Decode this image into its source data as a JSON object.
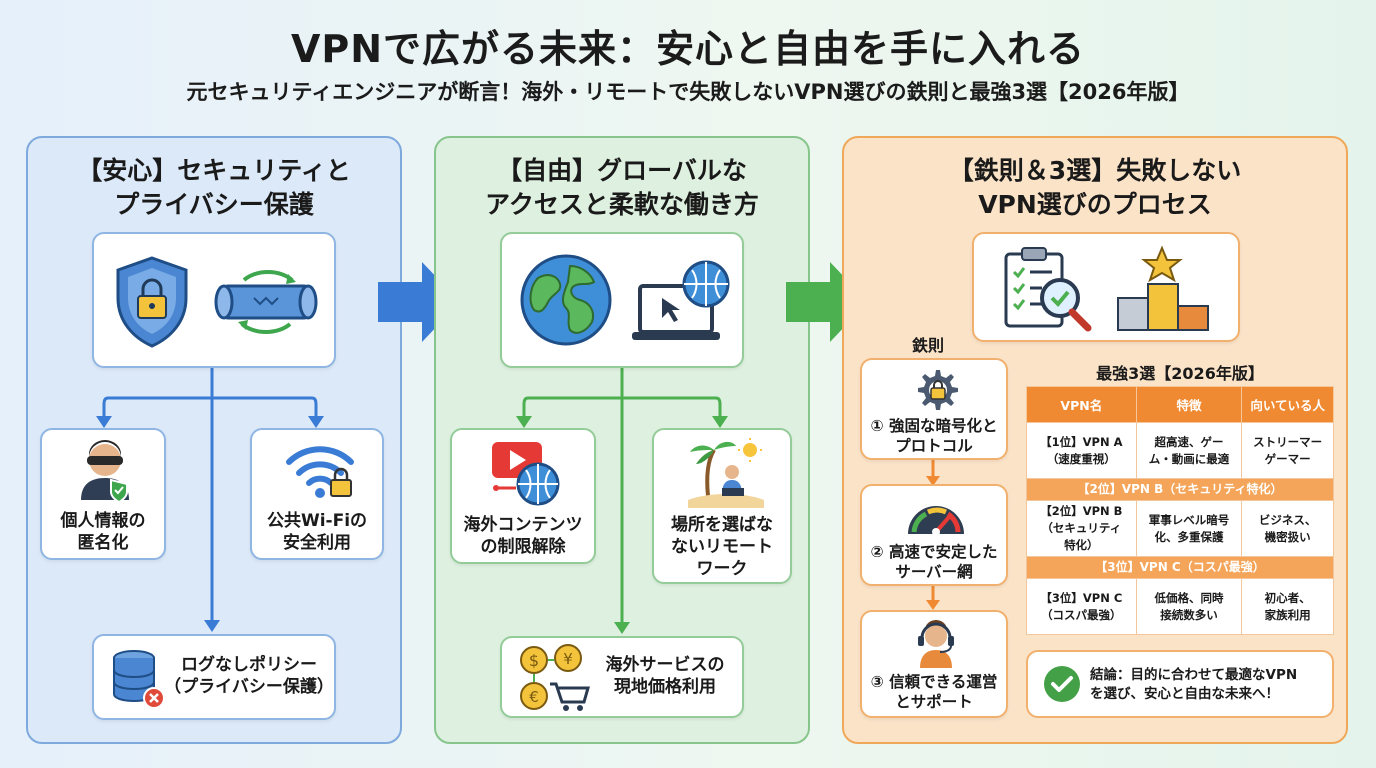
{
  "title": "VPNで広がる未来：安心と自由を手に入れる",
  "subtitle": "元セキュリティエンジニアが断言！海外・リモートで失敗しないVPN選びの鉄則と最強3選【2026年版】",
  "security": {
    "heading_line1": "【安心】セキュリティと",
    "heading_line2": "プライバシー保護",
    "anonymize_line1": "個人情報の",
    "anonymize_line2": "匿名化",
    "wifi_line1": "公共Wi-Fiの",
    "wifi_line2": "安全利用",
    "nolog_line1": "ログなしポリシー",
    "nolog_line2": "（プライバシー保護）"
  },
  "freedom": {
    "heading_line1": "【自由】グローバルな",
    "heading_line2": "アクセスと柔軟な働き方",
    "content_line1": "海外コンテンツ",
    "content_line2": "の制限解除",
    "remote_line1": "場所を選ばな",
    "remote_line2": "ないリモート",
    "remote_line3": "ワーク",
    "price_line1": "海外サービスの",
    "price_line2": "現地価格利用"
  },
  "process": {
    "heading_line1": "【鉄則＆3選】失敗しない",
    "heading_line2": "VPN選びのプロセス",
    "rules_label": "鉄則",
    "rule1_line1": "① 強固な暗号化と",
    "rule1_line2": "プロトコル",
    "rule2_line1": "② 高速で安定した",
    "rule2_line2": "サーバー網",
    "rule3_line1": "③ 信頼できる運営",
    "rule3_line2": "とサポート",
    "top3_label": "最強3選【2026年版】",
    "table": {
      "headers": [
        "VPN名",
        "特徴",
        "向いている人"
      ],
      "row1": [
        "【1位】VPN A\n（速度重視）",
        "超高速、ゲー\nム・動画に最適",
        "ストリーマー\nゲーマー"
      ],
      "band2": "【2位】VPN B（セキュリティ特化）",
      "row2": [
        "【2位】VPN B\n（セキュリティ\n特化）",
        "軍事レベル暗号\n化、多重保護",
        "ビジネス、\n機密扱い"
      ],
      "band3": "【3位】VPN C（コスパ最強）",
      "row3": [
        "【3位】VPN C\n（コスパ最強）",
        "低価格、同時\n接続数多い",
        "初心者、\n家族利用"
      ]
    },
    "conclusion_line1": "結論：目的に合わせて最適なVPN",
    "conclusion_line2": "を選び、安心と自由な未来へ！"
  },
  "colors": {
    "blue": "#3a7bd5",
    "green": "#4caf50",
    "orange": "#f08a32"
  }
}
